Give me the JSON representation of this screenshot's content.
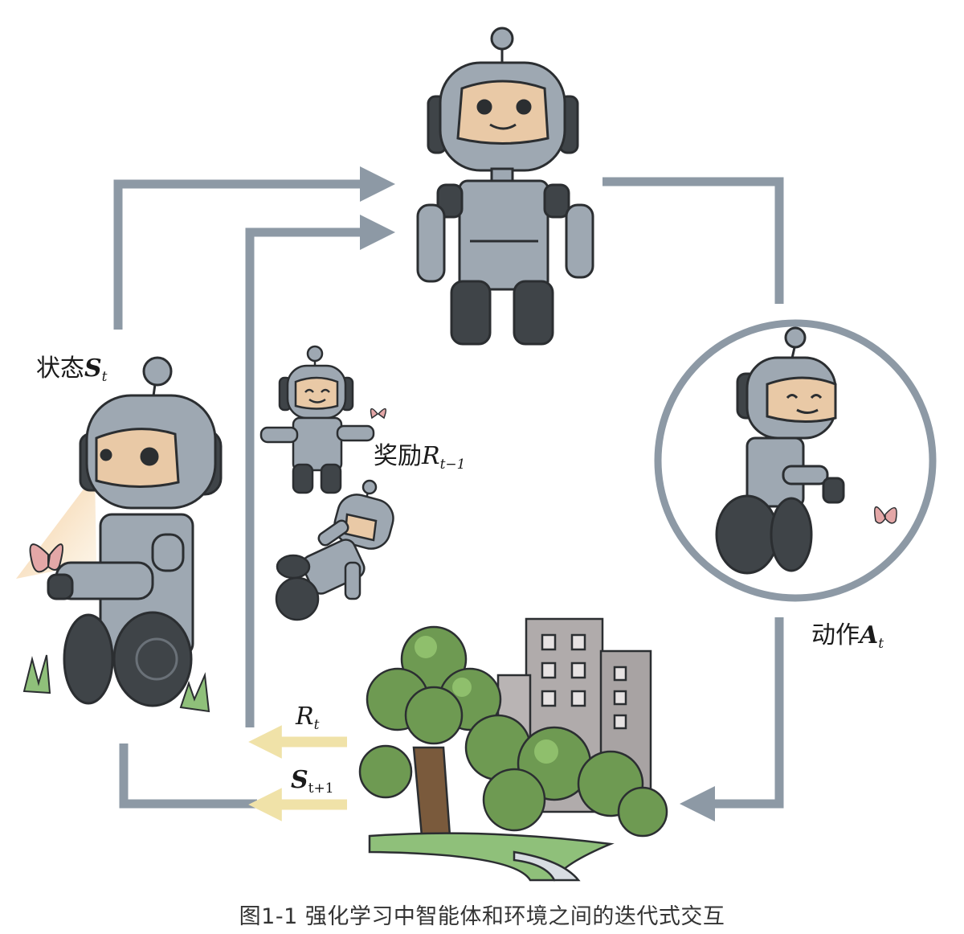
{
  "diagram": {
    "labels": {
      "state": {
        "prefix": "状态",
        "symbol": "S",
        "sub": "t"
      },
      "reward_prev": {
        "prefix": "奖励",
        "symbol": "R",
        "sub": "t−1"
      },
      "action": {
        "prefix": "动作",
        "symbol": "A",
        "sub": "t"
      },
      "reward_next": {
        "symbol": "R",
        "sub": "t"
      },
      "state_next": {
        "symbol": "S",
        "sub": "t+1"
      }
    },
    "caption": "图1-1 强化学习中智能体和环境之间的迭代式交互"
  },
  "colors": {
    "loop_arrow": "#8d99a5",
    "feedback_arrow": "#f0e2a8",
    "robot_body": "#9ea8b2",
    "robot_dark": "#3f4448",
    "robot_face": "#e9c9a6",
    "tree_green": "#6e9a52",
    "building": "#a8a3a3",
    "butterfly": "#e4a7a7"
  },
  "icons": [
    "agent-robot-icon",
    "observing-robot-icon",
    "happy-robot-icon",
    "fallen-robot-icon",
    "acting-robot-icon",
    "butterfly-icon",
    "tree-icon",
    "building-icon"
  ]
}
